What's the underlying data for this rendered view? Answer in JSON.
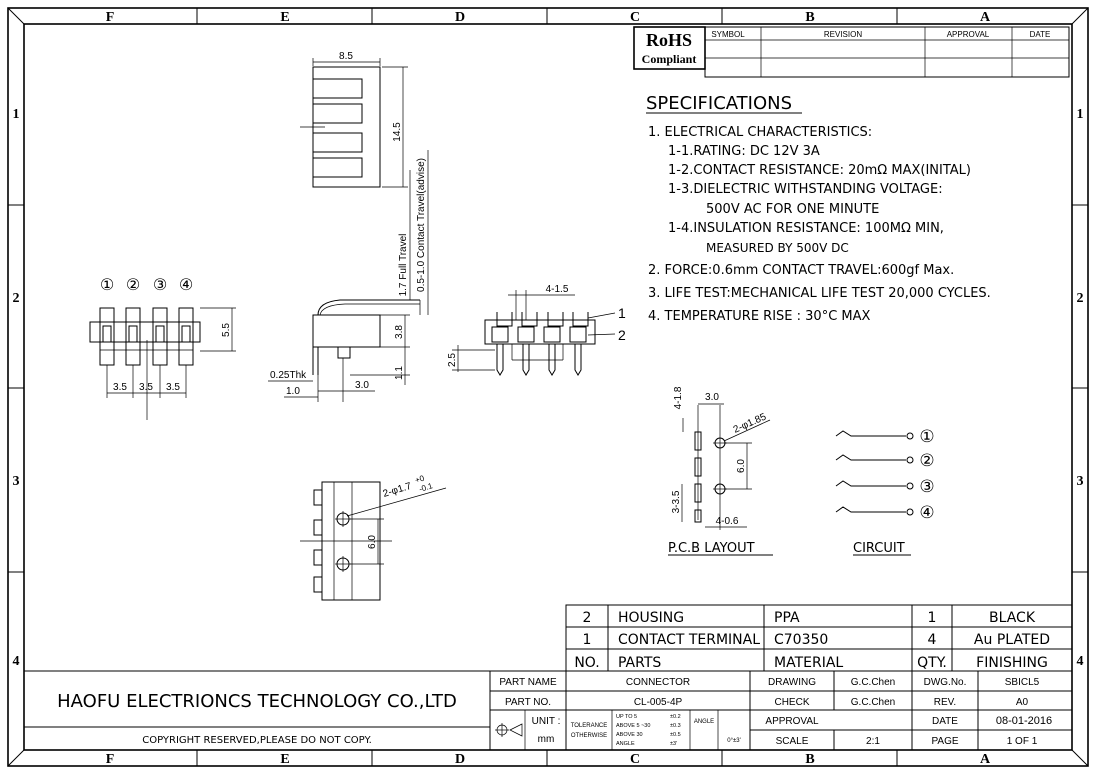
{
  "border": {
    "columns": [
      "F",
      "E",
      "D",
      "C",
      "B",
      "A"
    ],
    "rows": [
      "1",
      "2",
      "3",
      "4"
    ]
  },
  "rohs": {
    "line1": "RoHS",
    "line2": "Compliant"
  },
  "revision_table": {
    "headers": [
      "SYMBOL",
      "REVISION",
      "APPROVAL",
      "DATE"
    ]
  },
  "specs": {
    "title": "SPECIFICATIONS",
    "lines": [
      "1. ELECTRICAL  CHARACTERISTICS:",
      "1-1.RATING:  DC  12V  3A",
      "1-2.CONTACT  RESISTANCE:  20mΩ  MAX(INITAL)",
      "1-3.DIELECTRIC  WITHSTANDING  VOLTAGE:",
      "500V  AC  FOR  ONE  MINUTE",
      "1-4.INSULATION  RESISTANCE:  100MΩ  MIN,",
      "MEASURED  BY  500V  DC",
      "2.  FORCE:0.6mm  CONTACT  TRAVEL:600gf  Max.",
      "3.  LIFE  TEST:MECHANICAL  LIFE  TEST  20,000  CYCLES.",
      "4.  TEMPERATURE  RISE  :  30°C  MAX"
    ]
  },
  "dims": {
    "top_width": "8.5",
    "top_height": "14.5",
    "full_travel": "1.7 Full Travel",
    "contact_travel": "0.5-1.0 Contact Travel(advise)",
    "pin_nums": [
      "①",
      "②",
      "③",
      "④"
    ],
    "front_h": "5.5",
    "pitch1": "3.5",
    "pitch2": "3.5",
    "pitch3": "3.5",
    "side_38": "3.8",
    "side_11": "1.1",
    "side_thk": "0.25Thk",
    "side_10": "1.0",
    "side_30": "3.0",
    "rear_pitch": "4-1.5",
    "rear_h": "2.5",
    "callout1": "1",
    "callout2": "2",
    "bottom_hole": "2-φ1.7",
    "bottom_tol_plus": "+0",
    "bottom_tol_minus": "-0.1",
    "bottom_60": "6.0",
    "pcb_18": "4-1.8",
    "pcb_30": "3.0",
    "pcb_185": "2-φ1.85",
    "pcb_60": "6.0",
    "pcb_35": "3-3.5",
    "pcb_06": "4-0.6"
  },
  "labels": {
    "pcb": "P.C.B  LAYOUT",
    "circuit": "CIRCUIT"
  },
  "circuit_nums": [
    "①",
    "②",
    "③",
    "④"
  ],
  "bom": {
    "rows": [
      [
        "2",
        "HOUSING",
        "PPA",
        "1",
        "BLACK"
      ],
      [
        "1",
        "CONTACT  TERMINAL",
        "C70350",
        "4",
        "Au  PLATED"
      ],
      [
        "NO.",
        "PARTS",
        "MATERIAL",
        "QTY.",
        "FINISHING"
      ]
    ]
  },
  "title_block": {
    "company": "HAOFU  ELECTRIONCS  TECHNOLOGY  CO.,LTD",
    "copyright": "COPYRIGHT  RESERVED,PLEASE  DO  NOT  COPY.",
    "part_name_label": "PART NAME",
    "part_name": "CONNECTOR",
    "part_no_label": "PART NO.",
    "part_no": "CL-005-4P",
    "unit_label": "UNIT :",
    "unit": "mm",
    "tolerance_label": "TOLERANCE",
    "otherwise_label": "OTHERWISE",
    "tol_r1": "UP TO 5",
    "tol_r1v": "±0.2",
    "tol_r2": "ABOVE 5 ~30",
    "tol_r2v": "±0.3",
    "tol_r3": "ABOVE 30",
    "tol_r3v": "±0.5",
    "tol_r4": "ANGLE",
    "tol_r4v": "±3'",
    "angle_label": "ANGLE",
    "angle_val": "0°±3'",
    "drawing_label": "DRAWING",
    "drawing": "G.C.Chen",
    "check_label": "CHECK",
    "check": "G.C.Chen",
    "approval_label": "APPROVAL",
    "approval": "",
    "scale_label": "SCALE",
    "scale": "2:1",
    "dwg_label": "DWG.No.",
    "dwg": "SBICL5",
    "rev_label": "REV.",
    "rev": "A0",
    "date_label": "DATE",
    "date": "08-01-2016",
    "page_label": "PAGE",
    "page": "1  OF  1"
  }
}
